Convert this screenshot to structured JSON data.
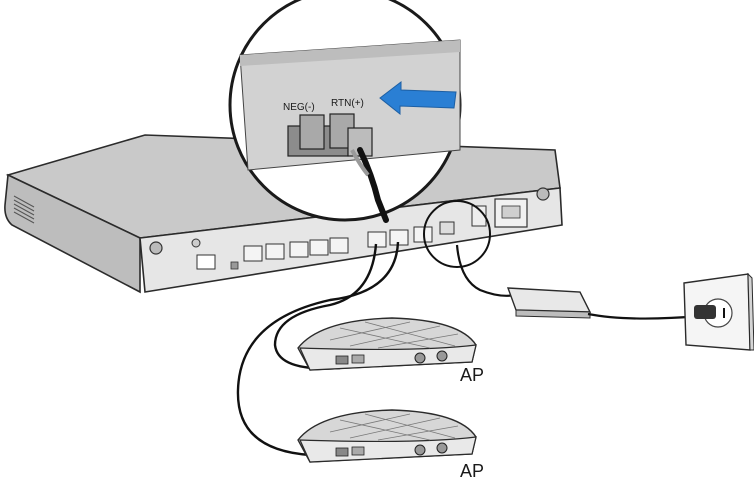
{
  "callout": {
    "neg_label": "NEG(-)",
    "rtn_label": "RTN(+)",
    "arrow_color": "#2a7fd4"
  },
  "access_points": [
    {
      "label": "AP"
    },
    {
      "label": "AP"
    }
  ],
  "colors": {
    "device_body": "#d9d9d9",
    "device_top": "#c8c8c8",
    "outline": "#2b2b2b",
    "cable": "#111111"
  },
  "icons": {
    "router": "router-device",
    "power_adapter": "power-adapter",
    "wall_outlet": "wall-outlet",
    "access_point": "wireless-access-point"
  }
}
